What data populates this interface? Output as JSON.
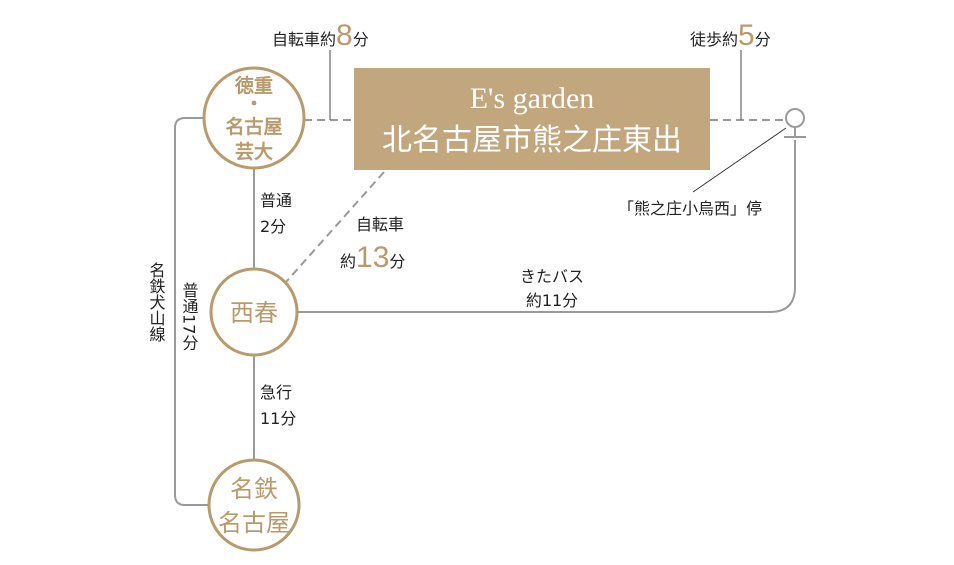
{
  "colors": {
    "gold": "#c2a67e",
    "line": "#9a9a9a"
  },
  "destination": {
    "name_en": "E's garden",
    "address": "北名古屋市熊之庄東出"
  },
  "stations": {
    "tokushige": {
      "l1": "徳重",
      "dot": "・",
      "l2": "名古屋",
      "l3": "芸大"
    },
    "nishiharu": "西春",
    "meitetsu": {
      "l1": "名鉄",
      "l2": "名古屋"
    }
  },
  "bike_top": {
    "prefix": "自転車約",
    "num": "8",
    "unit": "分"
  },
  "walk": {
    "prefix": "徒歩約",
    "num": "5",
    "unit": "分"
  },
  "bike_mid": {
    "l1": "自転車",
    "prefix": "約",
    "num": "13",
    "unit": "分"
  },
  "local_2": {
    "l1": "普通",
    "l2": "2分"
  },
  "express": {
    "l1": "急行",
    "l2": "11分"
  },
  "line_name": "名鉄犬山線",
  "local_17": "普通17分",
  "bus": {
    "l1": "きたバス",
    "l2": "約11分"
  },
  "bus_stop": "「熊之庄小烏西」停"
}
